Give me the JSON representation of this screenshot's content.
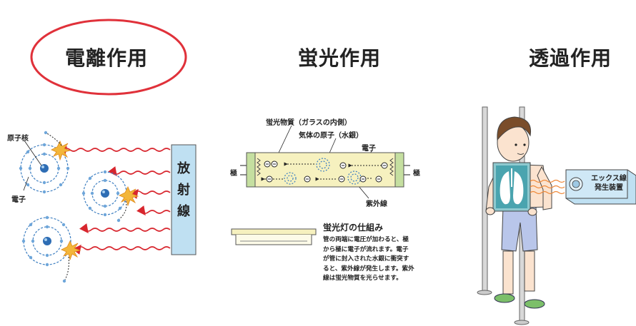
{
  "titles": {
    "ionization": "電離作用",
    "fluorescence": "蛍光作用",
    "transmission": "透過作用"
  },
  "ionization": {
    "nucleus_label": "原子核",
    "electron_label": "電子",
    "radiation_chars": [
      "放",
      "射",
      "線"
    ]
  },
  "fluorescence": {
    "phosphor_label": "蛍光物質（ガラスの内側）",
    "gas_atom_label": "気体の原子（水銀）",
    "electron_label": "電子",
    "electrode_left": "極",
    "electrode_right": "極",
    "uv_label": "紫外線",
    "mechanism_title": "蛍光灯の仕組み",
    "description_lines": [
      "管の両端に電圧が加わると、極",
      "から極に電子が流れます。電子",
      "が管に封入された水銀に衝突す",
      "ると、紫外線が発生します。紫外",
      "線は蛍光物質を光らせます。"
    ]
  },
  "transmission": {
    "xray_device_lines": [
      "エックス線",
      "発生装置"
    ]
  },
  "colors": {
    "highlight_ellipse": "#e0313a",
    "wave": "#d8262e",
    "radiation_box": "#bfe0f2",
    "tube": "#f6f1bf",
    "electrode": "#c5dfa0",
    "atom_ring": "#3e7fc1",
    "spark": "#f3b63a"
  }
}
